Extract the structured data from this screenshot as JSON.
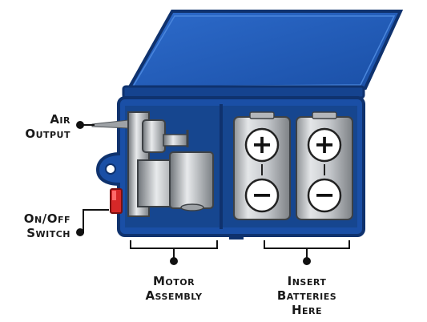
{
  "labels": {
    "air_output": [
      "Air",
      "Output"
    ],
    "on_off_switch": [
      "On/Off",
      "Switch"
    ],
    "motor_assembly": [
      "Motor",
      "Assembly"
    ],
    "insert_batteries": [
      "Insert",
      "Batteries",
      "Here"
    ]
  },
  "battery_symbols": {
    "positive": "+",
    "negative": "−"
  },
  "colors": {
    "case_blue": "#1a4fa6",
    "case_dark": "#0f326e",
    "case_light": "#2f6fd0",
    "battery_silver": "#c9ccd0",
    "switch_red": "#d62828",
    "callout": "#111111"
  }
}
